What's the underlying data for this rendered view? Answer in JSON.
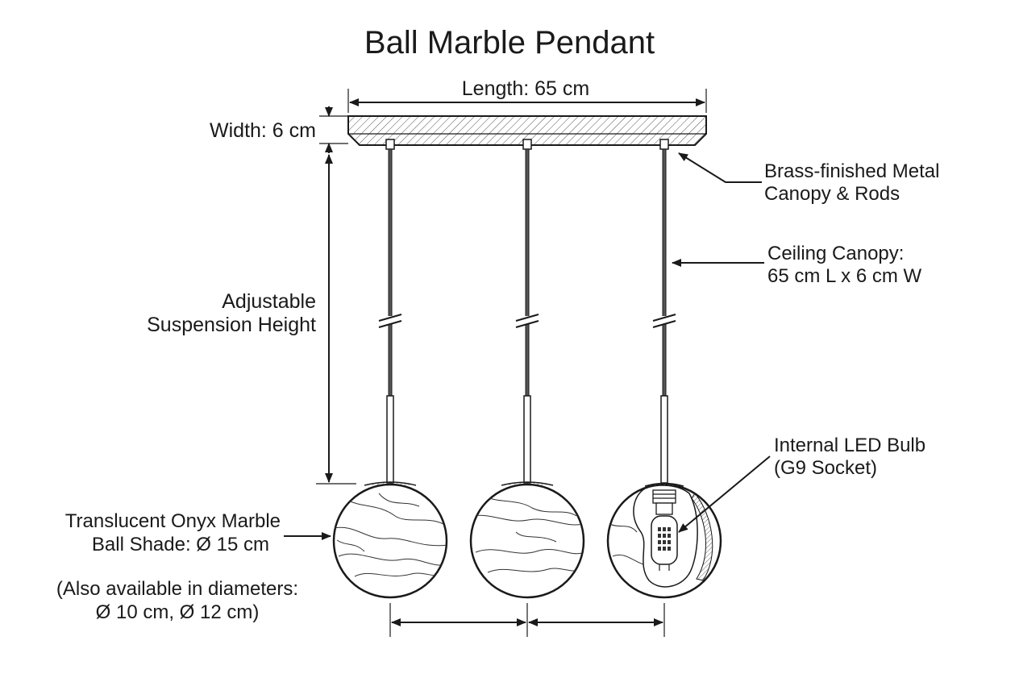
{
  "title": "Ball Marble Pendant",
  "labels": {
    "length": "Length: 65 cm",
    "width": "Width: 6 cm",
    "brass_line1": "Brass-finished Metal",
    "brass_line2": "Canopy & Rods",
    "canopy_line1": "Ceiling Canopy:",
    "canopy_line2": "65 cm L x 6 cm W",
    "suspension_line1": "Adjustable",
    "suspension_line2": "Suspension Height",
    "led_line1": "Internal LED Bulb",
    "led_line2": "(G9 Socket)",
    "shade_line1": "Translucent Onyx Marble",
    "shade_line2": "Ball Shade: Ø 15 cm",
    "diam_line1": "(Also available in diameters:",
    "diam_line2": "Ø 10 cm, Ø 12 cm)"
  },
  "icons": {
    "canopy": "hatched-canopy-bar",
    "rod": "pendant-rod",
    "shade": "marble-ball-shade",
    "bulb": "led-bulb"
  },
  "colors": {
    "ink": "#1a1a1a",
    "background": "#ffffff"
  }
}
